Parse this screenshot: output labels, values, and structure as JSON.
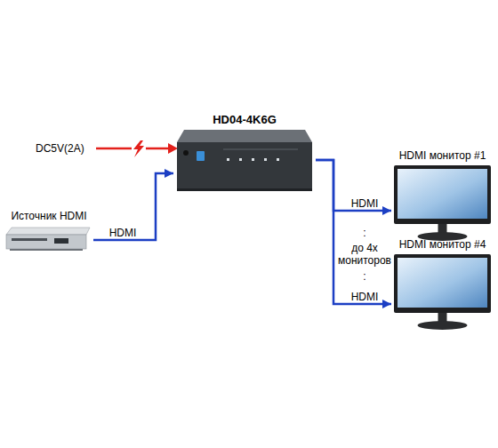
{
  "diagram": {
    "nodes": [
      {
        "text": [
          "HD04-4K6G"
        ]
      },
      {
        "text": [
          "HDMI монитор #1"
        ]
      },
      {
        "text": [
          "Источник HDMI"
        ]
      },
      {
        "text": [
          "HDMI монитор #4"
        ]
      }
    ],
    "edges": [
      {
        "from": 2,
        "to": 0,
        "arrow": "to",
        "label": "HDMI"
      },
      {
        "from": 0,
        "to": 1,
        "arrow": "to",
        "label": "HDMI"
      },
      {
        "from": 0,
        "to": 3,
        "arrow": "to",
        "label": "HDMI"
      }
    ],
    "labels": [
      "DC5V(2A)",
      ":",
      "до 4х мониторов",
      ":"
    ]
  }
}
